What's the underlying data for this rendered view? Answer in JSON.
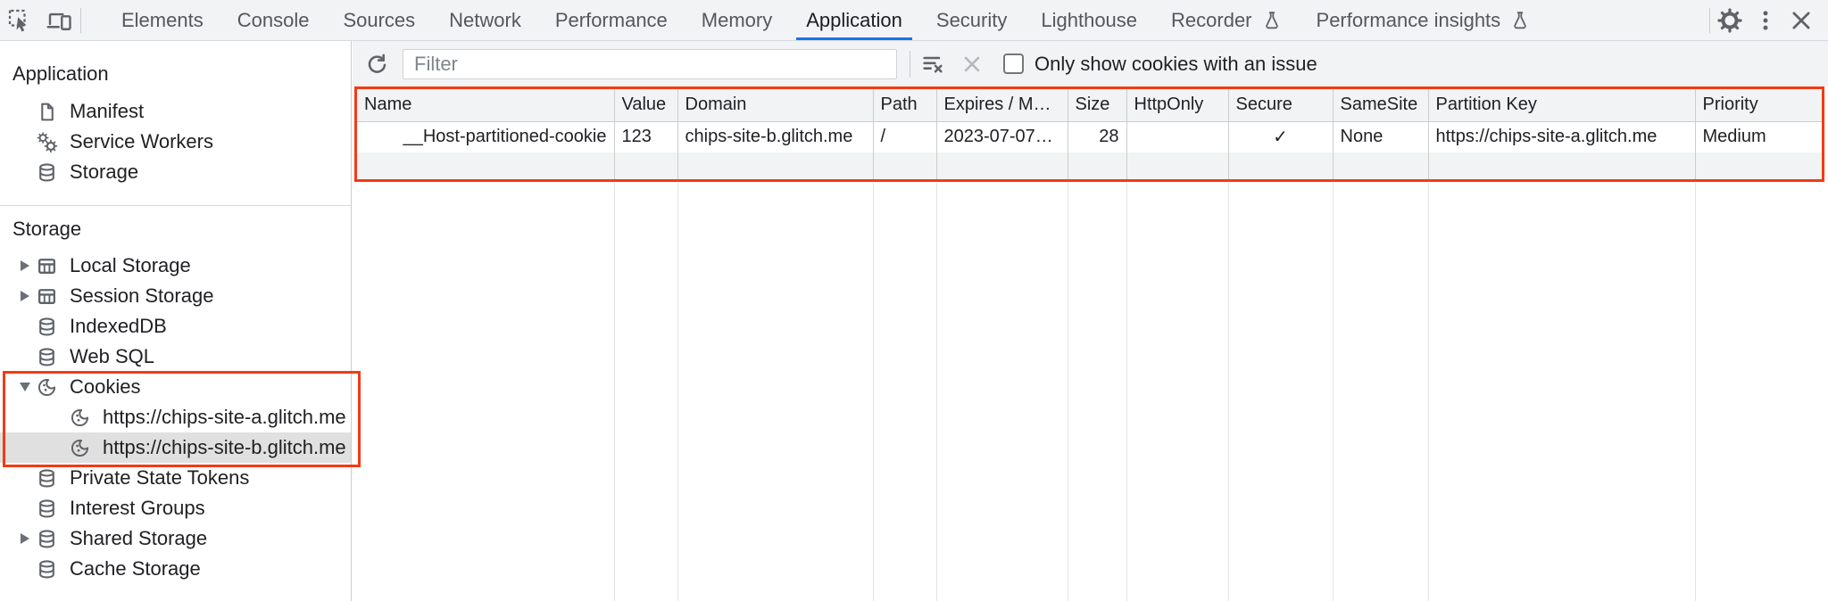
{
  "colors": {
    "accent_blue": "#1a73e8",
    "annotation_red": "#f43a14",
    "toolbar_bg": "#f1f3f4",
    "selected_item_bg": "#e0e0e0"
  },
  "topbar": {
    "selected_tab": "Application",
    "tabs": [
      {
        "label": "Elements"
      },
      {
        "label": "Console"
      },
      {
        "label": "Sources"
      },
      {
        "label": "Network"
      },
      {
        "label": "Performance"
      },
      {
        "label": "Memory"
      },
      {
        "label": "Application"
      },
      {
        "label": "Security"
      },
      {
        "label": "Lighthouse"
      },
      {
        "label": "Recorder",
        "icon": "flask-icon"
      },
      {
        "label": "Performance insights",
        "icon": "flask-icon"
      }
    ],
    "icons": [
      "inspect-element-icon",
      "device-toolbar-icon",
      "gear-icon",
      "kebab-menu-icon",
      "close-icon"
    ]
  },
  "sidebar": {
    "sections": [
      {
        "title": "Application",
        "items": [
          {
            "label": "Manifest",
            "icon": "document-icon"
          },
          {
            "label": "Service Workers",
            "icon": "service-workers-gears-icon"
          },
          {
            "label": "Storage",
            "icon": "database-icon"
          }
        ]
      },
      {
        "title": "Storage",
        "items": [
          {
            "label": "Local Storage",
            "icon": "table-grid-icon",
            "expander": "collapsed"
          },
          {
            "label": "Session Storage",
            "icon": "table-grid-icon",
            "expander": "collapsed"
          },
          {
            "label": "IndexedDB",
            "icon": "database-icon"
          },
          {
            "label": "Web SQL",
            "icon": "database-icon"
          },
          {
            "label": "Cookies",
            "icon": "cookie-icon",
            "expander": "expanded",
            "highlighted": true
          },
          {
            "label": "Private State Tokens",
            "icon": "database-icon"
          },
          {
            "label": "Interest Groups",
            "icon": "database-icon"
          },
          {
            "label": "Shared Storage",
            "icon": "database-icon",
            "expander": "collapsed"
          },
          {
            "label": "Cache Storage",
            "icon": "database-icon"
          }
        ]
      }
    ],
    "cookies_children": [
      {
        "label": "https://chips-site-a.glitch.me",
        "icon": "cookie-icon"
      },
      {
        "label": "https://chips-site-b.glitch.me",
        "icon": "cookie-icon",
        "selected": true
      }
    ]
  },
  "main": {
    "toolbar": {
      "filter_placeholder": "Filter",
      "only_issues_label": "Only show cookies with an issue",
      "checkbox_checked": false
    },
    "cookie_table": {
      "columns": [
        "Name",
        "Value",
        "Domain",
        "Path",
        "Expires / M…",
        "Size",
        "HttpOnly",
        "Secure",
        "SameSite",
        "Partition Key",
        "Priority"
      ],
      "rows": [
        {
          "name": "__Host-partitioned-cookie",
          "value": "123",
          "domain": "chips-site-b.glitch.me",
          "path": "/",
          "expires": "2023-07-07…",
          "size": "28",
          "http_only": "",
          "secure": "✓",
          "same_site": "None",
          "partition_key": "https://chips-site-a.glitch.me",
          "priority": "Medium"
        }
      ]
    }
  }
}
